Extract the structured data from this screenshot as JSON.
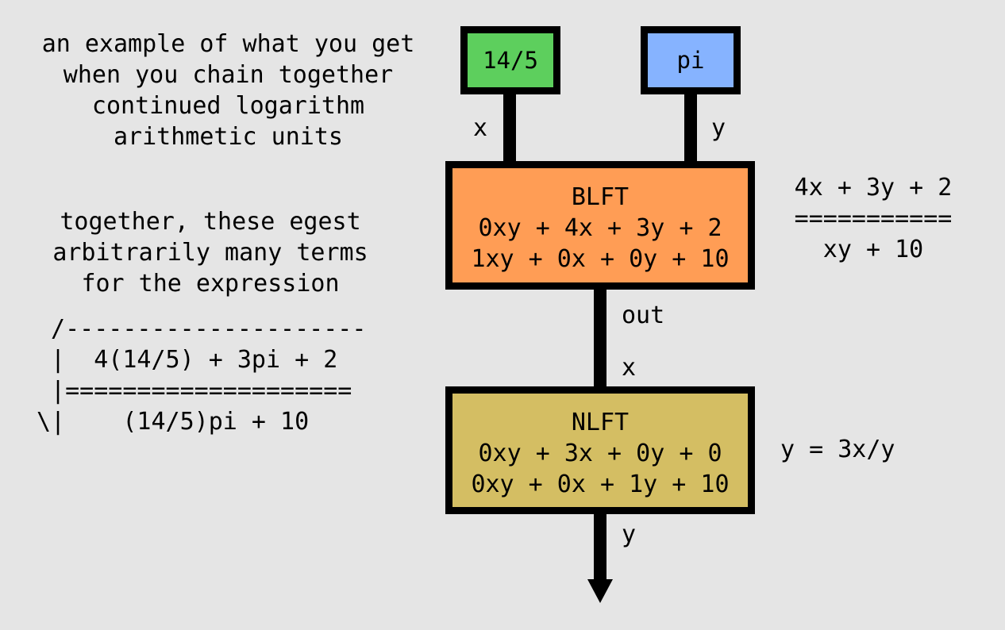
{
  "intro": {
    "lines": [
      "an example of what you get",
      "when you chain together",
      "continued logarithm",
      "arithmetic units"
    ]
  },
  "intro2": {
    "lines": [
      "together, these egest",
      "arbitrarily many terms",
      "for the expression"
    ]
  },
  "expression": {
    "lines": [
      " /---------------------",
      " |  4(14/5) + 3pi + 2",
      " |====================",
      "\\|    (14/5)pi + 10"
    ]
  },
  "inputs": {
    "x_value": "14/5",
    "y_value": "pi",
    "x_label": "x",
    "y_label": "y"
  },
  "blft": {
    "title": "BLFT",
    "row1": "0xy + 4x + 3y + 2",
    "row2": "1xy + 0x + 0y + 10",
    "out_label": "out",
    "formula": [
      "4x + 3y + 2",
      "===========",
      "xy + 10"
    ]
  },
  "nlft": {
    "title": "NLFT",
    "row1": "0xy + 3x + 0y + 0",
    "row2": "0xy + 0x + 1y + 10",
    "x_label": "x",
    "y_label": "y",
    "formula": "y = 3x/y"
  },
  "colors": {
    "background": "#e5e5e5",
    "input_x": "#5dcf5d",
    "input_y": "#86b3ff",
    "blft": "#ff9d55",
    "nlft": "#d4be63"
  }
}
